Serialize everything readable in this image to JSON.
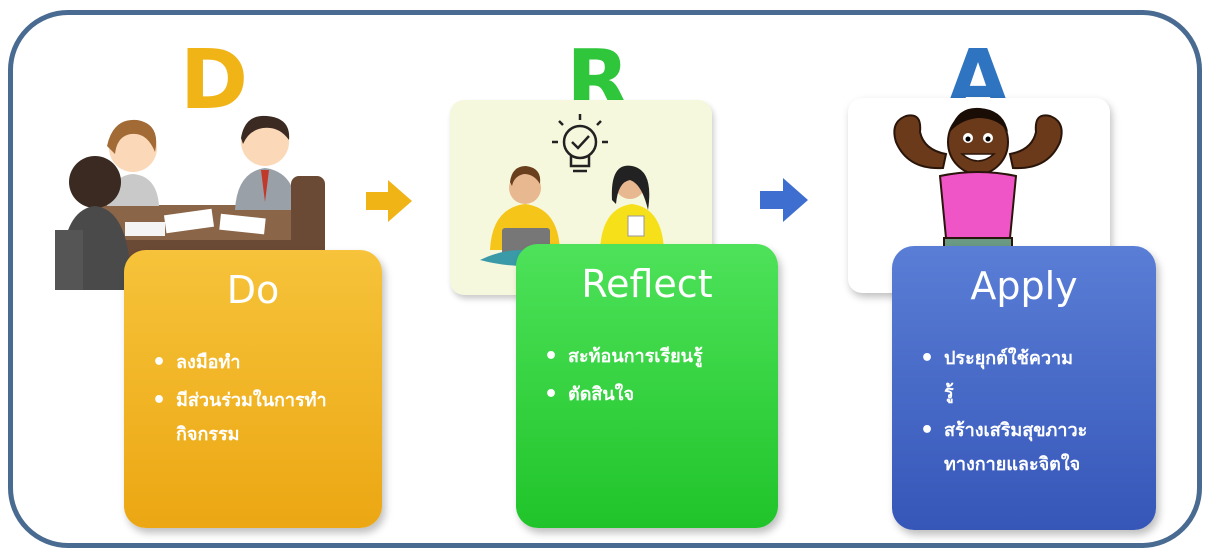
{
  "steps": [
    {
      "letter": "D",
      "title": "Do",
      "bullets": [
        "ลงมือทำ",
        "มีส่วนร่วมในการทำกิจกรรม"
      ]
    },
    {
      "letter": "R",
      "title": "Reflect",
      "bullets": [
        "สะท้อนการเรียนรู้",
        "ตัดสินใจ"
      ]
    },
    {
      "letter": "A",
      "title": "Apply",
      "bullets": [
        "ประยุกต์ใช้ความรู้",
        "สร้างเสริมสุขภาวะทางกายและจิตใจ"
      ]
    }
  ],
  "colors": {
    "frame": "#4a6b91",
    "d_letter": "#f0b416",
    "r_letter": "#2fc63b",
    "a_letter": "#2f74c0",
    "do_card": "#f0b020",
    "reflect_card": "#34d23c",
    "apply_card": "#3e63c3",
    "arrow_1": "#f0b416",
    "arrow_2": "#3e6fd0"
  }
}
